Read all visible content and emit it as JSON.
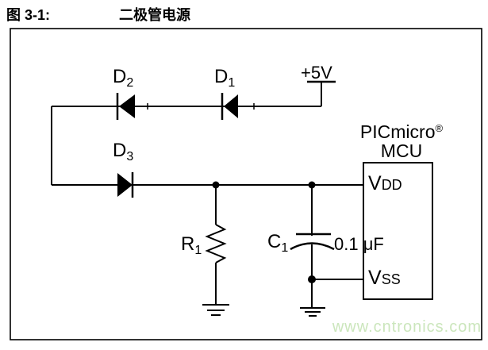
{
  "figure": {
    "label": "图 3-1:",
    "title": "二极管电源"
  },
  "schematic": {
    "supply_label": "+5V",
    "components": {
      "d1": {
        "prefix": "D",
        "sub": "1"
      },
      "d2": {
        "prefix": "D",
        "sub": "2"
      },
      "d3": {
        "prefix": "D",
        "sub": "3"
      },
      "r1": {
        "prefix": "R",
        "sub": "1"
      },
      "c1": {
        "prefix": "C",
        "sub": "1",
        "value": "0.1 μF"
      }
    },
    "mcu": {
      "name": "PICmicro",
      "reg_mark": "®",
      "type": "MCU",
      "pins": {
        "vdd": {
          "prefix": "V",
          "sub": "DD"
        },
        "vss": {
          "prefix": "V",
          "sub": "SS"
        }
      }
    },
    "line_color": "#000000"
  },
  "watermark": {
    "text": "www.cntronics.com",
    "color": "#cbe6bc"
  }
}
